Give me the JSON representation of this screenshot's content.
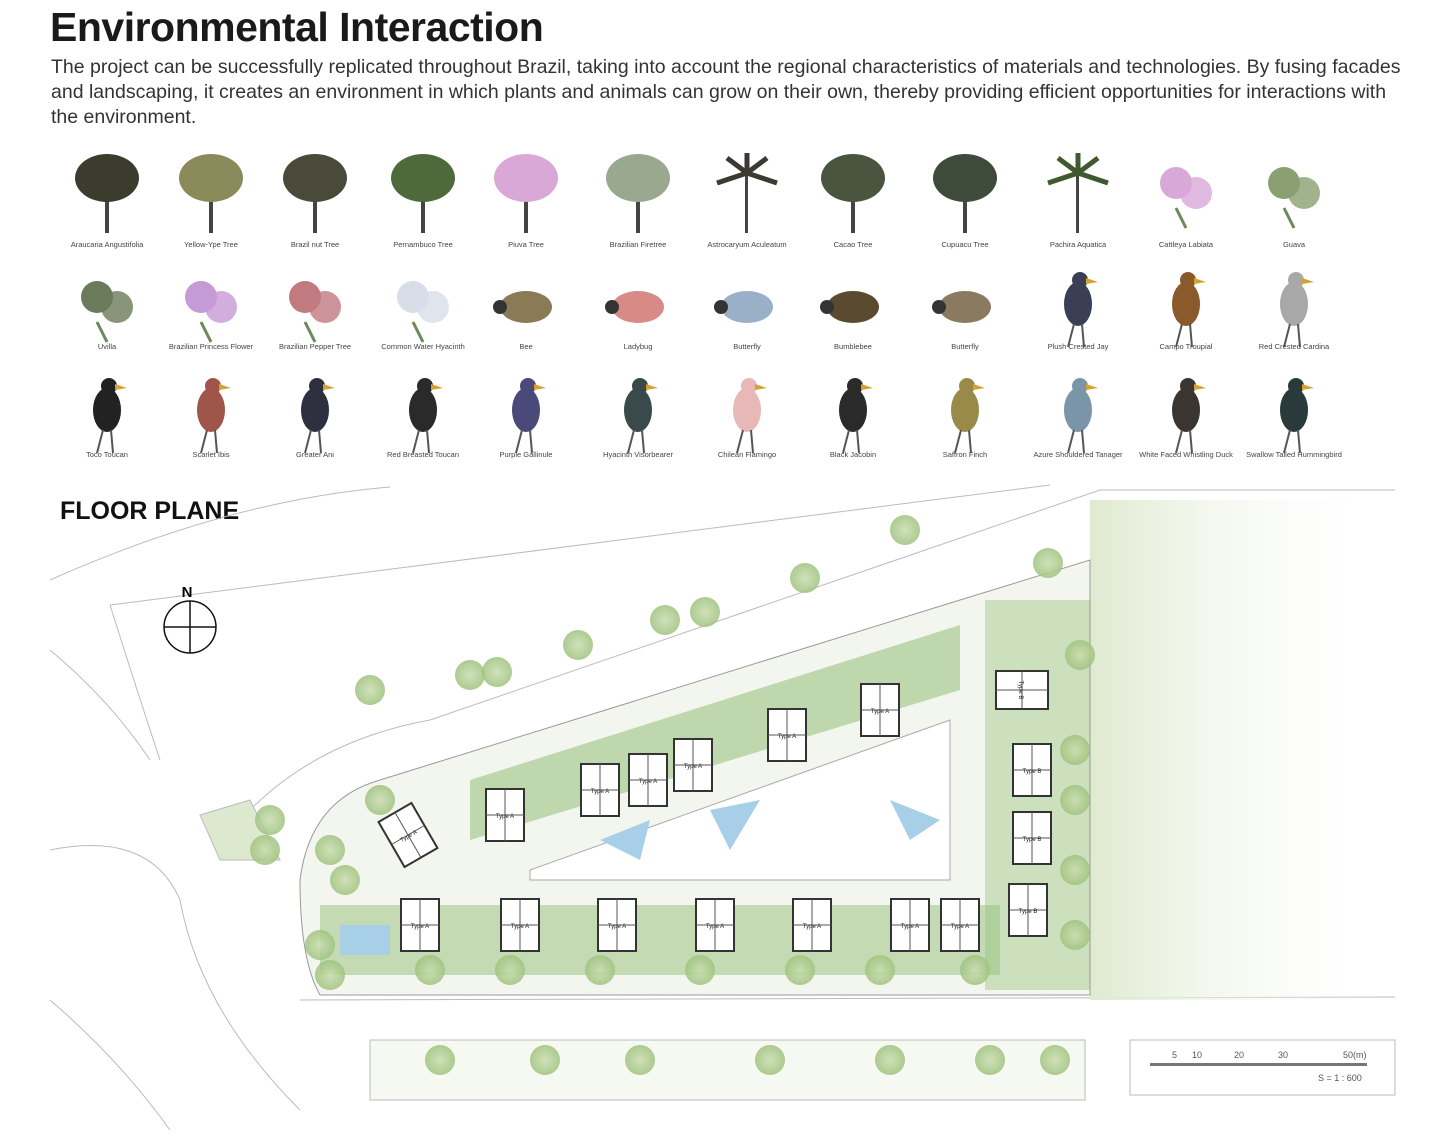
{
  "title": "Environmental Interaction",
  "intro": "The project can be successfully replicated throughout Brazil, taking into account the regional characteristics of materials and technologies. By fusing facades and landscaping, it creates an environment in which plants and animals can grow on their own, thereby providing efficient opportunities for interactions with the environment.",
  "species_rows": [
    [
      {
        "label": "Araucaria Angustifolia",
        "kind": "tree",
        "color": "#3b3b2e"
      },
      {
        "label": "Yellow-Ype Tree",
        "kind": "tree",
        "color": "#8a8a5a"
      },
      {
        "label": "Brazil nut Tree",
        "kind": "tree",
        "color": "#4a4a3a"
      },
      {
        "label": "Pernambuco Tree",
        "kind": "tree",
        "color": "#4f6a3a"
      },
      {
        "label": "Piuva Tree",
        "kind": "tree",
        "color": "#d9a8d6"
      },
      {
        "label": "Brazilian Firetree",
        "kind": "tree",
        "color": "#9aa890"
      },
      {
        "label": "Astrocaryum Aculeatum",
        "kind": "palm",
        "color": "#3a3a30"
      },
      {
        "label": "Cacao Tree",
        "kind": "tree",
        "color": "#4a5540"
      },
      {
        "label": "Cupuacu Tree",
        "kind": "tree",
        "color": "#3e4a3a"
      },
      {
        "label": "Pachira Aquatica",
        "kind": "palm",
        "color": "#3f5a2e"
      },
      {
        "label": "Cattleya Labiata",
        "kind": "flower",
        "color": "#d8a8d8"
      },
      {
        "label": "Guava",
        "kind": "flower",
        "color": "#8aa070"
      }
    ],
    [
      {
        "label": "Uvilla",
        "kind": "flower",
        "color": "#6a7a5a"
      },
      {
        "label": "Brazilian Princess Flower",
        "kind": "flower",
        "color": "#c69ad6"
      },
      {
        "label": "Brazilian Pepper Tree",
        "kind": "flower",
        "color": "#c07a80"
      },
      {
        "label": "Common Water Hyacinth",
        "kind": "flower",
        "color": "#d8dde8"
      },
      {
        "label": "Bee",
        "kind": "insect",
        "color": "#8a7a55"
      },
      {
        "label": "Ladybug",
        "kind": "insect",
        "color": "#d88a86"
      },
      {
        "label": "Butterfly",
        "kind": "insect",
        "color": "#9ab0c8"
      },
      {
        "label": "Bumblebee",
        "kind": "insect",
        "color": "#5a4a30"
      },
      {
        "label": "Butterfly",
        "kind": "insect",
        "color": "#8a7a60"
      },
      {
        "label": "Plush Crested Jay",
        "kind": "bird",
        "color": "#3a3f55"
      },
      {
        "label": "Campo Troupial",
        "kind": "bird",
        "color": "#8a5a2a"
      },
      {
        "label": "Red Crested Cardina",
        "kind": "bird",
        "color": "#a8a8a8"
      }
    ],
    [
      {
        "label": "Toco Toucan",
        "kind": "bird",
        "color": "#222222"
      },
      {
        "label": "Scarlet Ibis",
        "kind": "bird",
        "color": "#a0554a"
      },
      {
        "label": "Greater Ani",
        "kind": "bird",
        "color": "#2e3040"
      },
      {
        "label": "Red Breasted Toucan",
        "kind": "bird",
        "color": "#2a2a2a"
      },
      {
        "label": "Purple Gallinule",
        "kind": "bird",
        "color": "#4a4a7a"
      },
      {
        "label": "Hyacinth Visorbearer",
        "kind": "bird",
        "color": "#3a4a4a"
      },
      {
        "label": "Chilean Flamingo",
        "kind": "bird",
        "color": "#e8b8b8"
      },
      {
        "label": "Black Jacobin",
        "kind": "bird",
        "color": "#2a2a2a"
      },
      {
        "label": "Saffron Finch",
        "kind": "bird",
        "color": "#9a8a4a"
      },
      {
        "label": "Azure Shouldered Tanager",
        "kind": "bird",
        "color": "#7a95a8"
      },
      {
        "label": "White Faced Whistling Duck",
        "kind": "bird",
        "color": "#3a3530"
      },
      {
        "label": "Swallow Tailed Hummingbird",
        "kind": "bird",
        "color": "#2a3a3a"
      }
    ]
  ],
  "floor_plan": {
    "title": "FLOOR PLANE",
    "north_label": "N",
    "units": [
      {
        "label": "Type A"
      },
      {
        "label": "Type A"
      },
      {
        "label": "Type A"
      },
      {
        "label": "Type A"
      },
      {
        "label": "Type A"
      },
      {
        "label": "Type A"
      },
      {
        "label": "Type A"
      },
      {
        "label": "Type A"
      },
      {
        "label": "Type A"
      },
      {
        "label": "Type A"
      },
      {
        "label": "Type A"
      },
      {
        "label": "Type A"
      },
      {
        "label": "Type A"
      },
      {
        "label": "Type A"
      },
      {
        "label": "Type B"
      },
      {
        "label": "Type B"
      },
      {
        "label": "Type B"
      },
      {
        "label": "Type B"
      }
    ],
    "scale_ticks": [
      "5",
      "10",
      "20",
      "30",
      "50(m)"
    ],
    "scale_ratio": "S = 1 : 600",
    "colors": {
      "green": "#6aa84f",
      "water": "#a8cfe8",
      "unit": "#333333"
    }
  }
}
